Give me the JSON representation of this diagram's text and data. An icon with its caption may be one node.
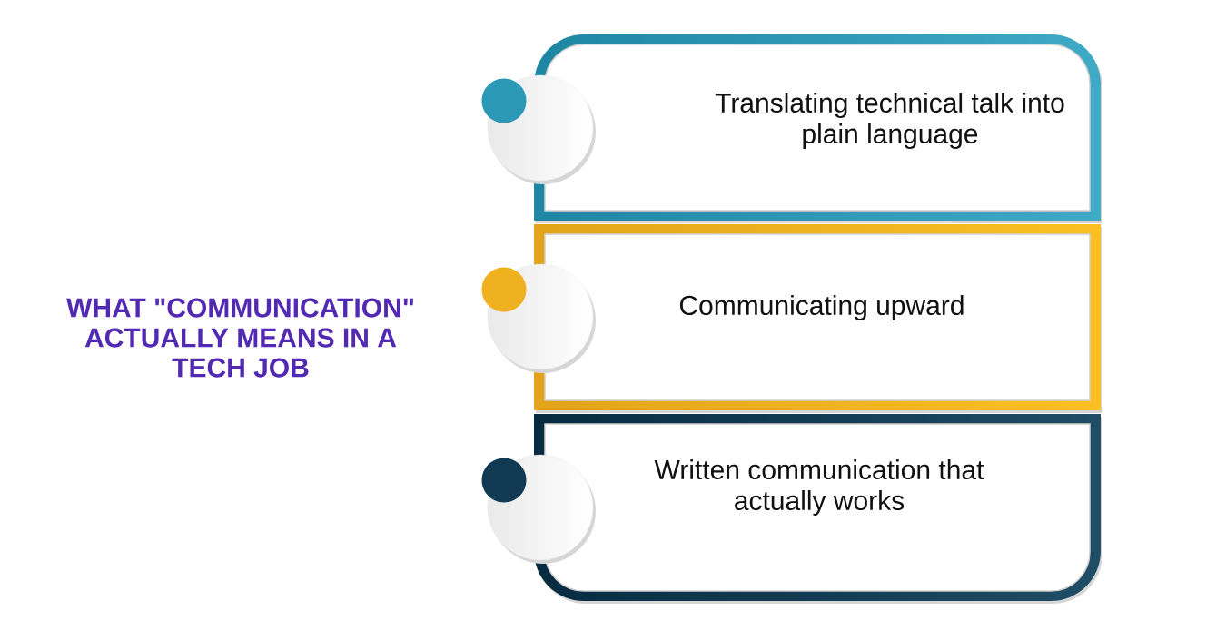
{
  "diagram": {
    "title": "WHAT \"COMMUNICATION\" ACTUALLY MEANS IN A TECH JOB",
    "nodes": [
      {
        "text": [
          "Translating technical talk into plain language"
        ]
      },
      {
        "text": [
          "Communicating upward"
        ]
      },
      {
        "text": [
          "Written communication that actually works"
        ]
      }
    ]
  }
}
